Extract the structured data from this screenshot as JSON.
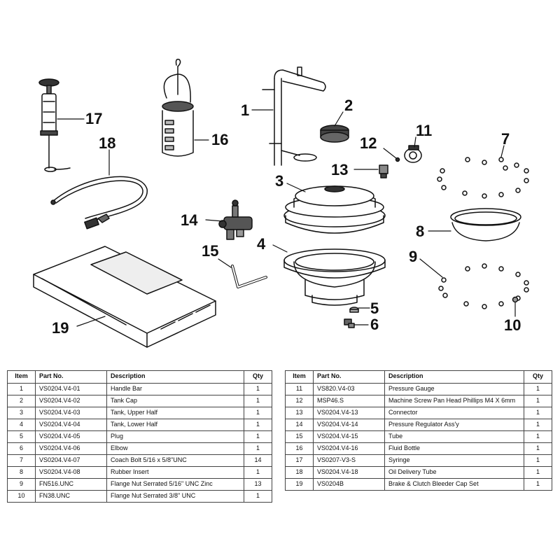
{
  "callouts": [
    "1",
    "2",
    "3",
    "4",
    "5",
    "6",
    "7",
    "8",
    "9",
    "10",
    "11",
    "12",
    "13",
    "14",
    "15",
    "16",
    "17",
    "18",
    "19"
  ],
  "headers": {
    "item": "Item",
    "part_no": "Part No.",
    "description": "Description",
    "qty": "Qty"
  },
  "parts_left": [
    {
      "item": "1",
      "part_no": "VS0204.V4-01",
      "description": "Handle Bar",
      "qty": "1"
    },
    {
      "item": "2",
      "part_no": "VS0204.V4-02",
      "description": "Tank Cap",
      "qty": "1"
    },
    {
      "item": "3",
      "part_no": "VS0204.V4-03",
      "description": "Tank, Upper Half",
      "qty": "1"
    },
    {
      "item": "4",
      "part_no": "VS0204.V4-04",
      "description": "Tank, Lower Half",
      "qty": "1"
    },
    {
      "item": "5",
      "part_no": "VS0204.V4-05",
      "description": "Plug",
      "qty": "1"
    },
    {
      "item": "6",
      "part_no": "VS0204.V4-06",
      "description": "Elbow",
      "qty": "1"
    },
    {
      "item": "7",
      "part_no": "VS0204.V4-07",
      "description": "Coach Bolt 5/16 x 5/8\"UNC",
      "qty": "14"
    },
    {
      "item": "8",
      "part_no": "VS0204.V4-08",
      "description": "Rubber Insert",
      "qty": "1"
    },
    {
      "item": "9",
      "part_no": "FN516.UNC",
      "description": "Flange Nut Serrated 5/16\" UNC Zinc",
      "qty": "13"
    },
    {
      "item": "10",
      "part_no": "FN38.UNC",
      "description": "Flange Nut  Serrated 3/8\" UNC",
      "qty": "1"
    }
  ],
  "parts_right": [
    {
      "item": "11",
      "part_no": "VS820.V4-03",
      "description": "Pressure Gauge",
      "qty": "1"
    },
    {
      "item": "12",
      "part_no": "MSP46.S",
      "description": "Machine Screw Pan Head Phillips M4 X 6mm",
      "qty": "1"
    },
    {
      "item": "13",
      "part_no": "VS0204.V4-13",
      "description": "Connector",
      "qty": "1"
    },
    {
      "item": "14",
      "part_no": "VS0204.V4-14",
      "description": "Pressure Regulator Ass'y",
      "qty": "1"
    },
    {
      "item": "15",
      "part_no": "VS0204.V4-15",
      "description": "Tube",
      "qty": "1"
    },
    {
      "item": "16",
      "part_no": "VS0204.V4-16",
      "description": "Fluid Bottle",
      "qty": "1"
    },
    {
      "item": "17",
      "part_no": "VS0207-V3-S",
      "description": "Syringe",
      "qty": "1"
    },
    {
      "item": "18",
      "part_no": "VS0204.V4-18",
      "description": "Oil Delivery Tube",
      "qty": "1"
    },
    {
      "item": "19",
      "part_no": "VS0204B",
      "description": "Brake & Clutch Bleeder Cap Set",
      "qty": "1"
    }
  ]
}
